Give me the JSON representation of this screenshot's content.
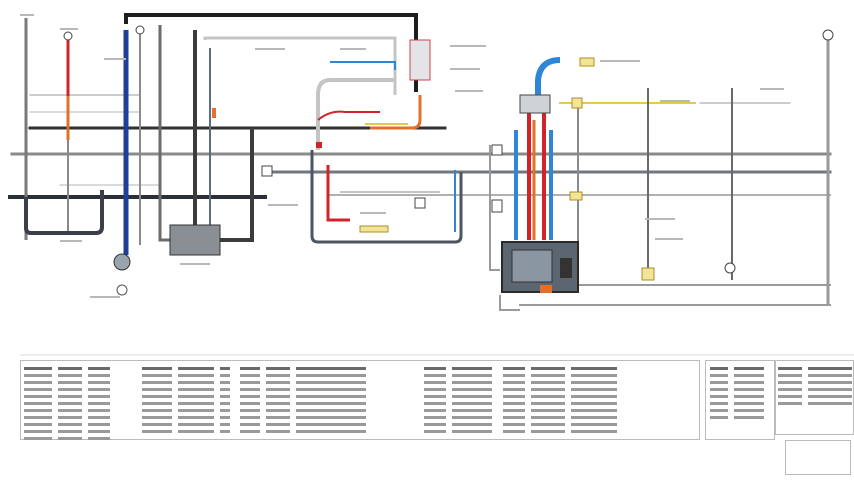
{
  "diagram": {
    "colors": {
      "background": "#ffffff",
      "black_line": "#222222",
      "gray_line": "#8a8a8a",
      "light_gray_line": "#c4c4c4",
      "dark_blue_line": "#1f3f9a",
      "light_blue_line": "#2f86d6",
      "red_line": "#d0242a",
      "orange_line": "#e2702a",
      "yellow_line": "#e8c84a",
      "steel_line": "#5c6c7c"
    },
    "legend_tables": [
      {
        "id": "table-1",
        "rows": 11,
        "cols": 3
      },
      {
        "id": "table-2",
        "rows": 10,
        "cols": 3
      },
      {
        "id": "table-3",
        "rows": 10,
        "cols": 3
      },
      {
        "id": "table-4",
        "rows": 10,
        "cols": 2
      },
      {
        "id": "table-5",
        "rows": 10,
        "cols": 3
      },
      {
        "id": "table-6",
        "rows": 8,
        "cols": 2
      },
      {
        "id": "table-7",
        "rows": 6,
        "cols": 2
      }
    ]
  }
}
